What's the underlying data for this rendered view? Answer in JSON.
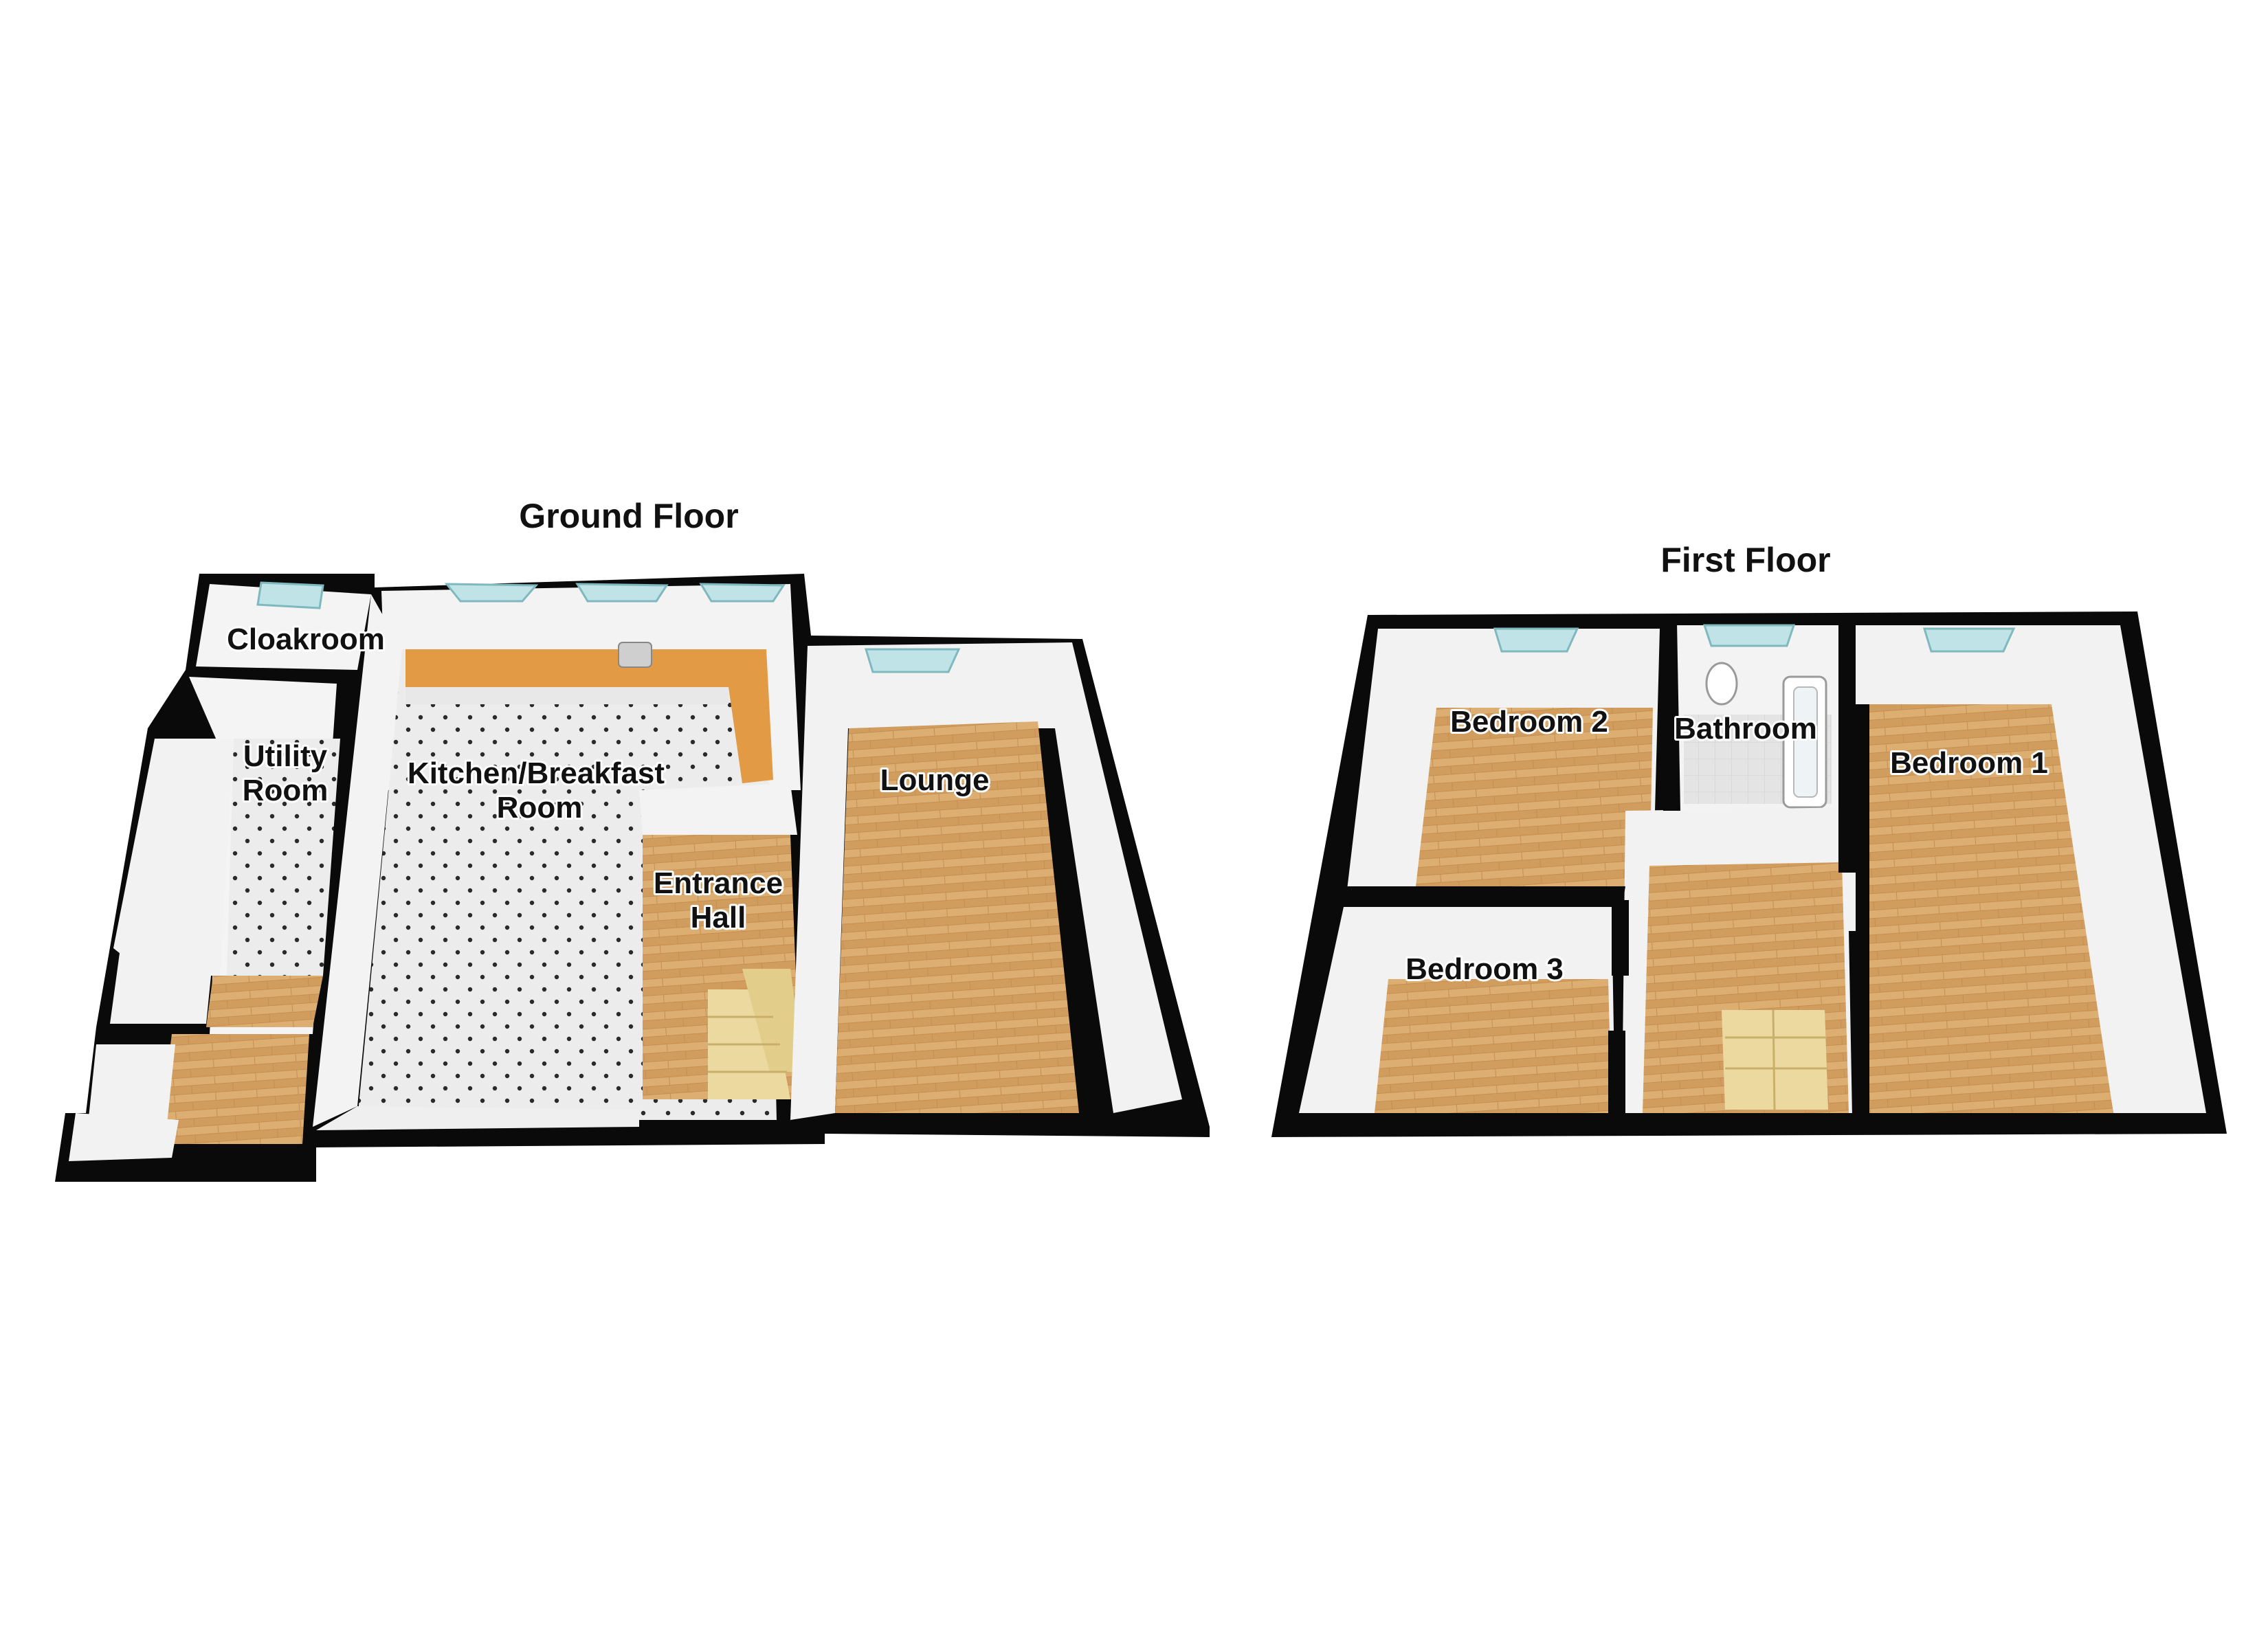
{
  "floors": {
    "ground": {
      "title": "Ground Floor",
      "rooms": {
        "cloakroom": "Cloakroom",
        "utility_line1": "Utility",
        "utility_line2": "Room",
        "kitchen_line1": "Kitchen/Breakfast",
        "kitchen_line2": "Room",
        "entrance_line1": "Entrance",
        "entrance_line2": "Hall",
        "lounge": "Lounge"
      }
    },
    "first": {
      "title": "First Floor",
      "rooms": {
        "bedroom2": "Bedroom 2",
        "bathroom": "Bathroom",
        "bedroom1": "Bedroom 1",
        "bedroom3": "Bedroom 3"
      }
    }
  },
  "colors": {
    "wall": "#0a0a0a",
    "wood_floor": "#d9a86a",
    "tile_floor": "#e9e9e9",
    "worktop": "#e29a45",
    "window_glass": "#bfe3e6",
    "stairs": "#ecd9a0"
  }
}
